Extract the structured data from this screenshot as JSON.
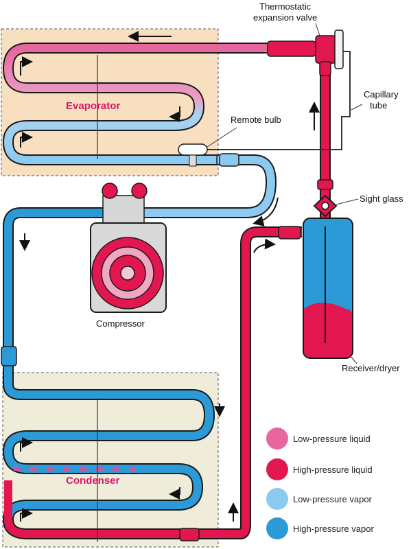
{
  "labels": {
    "expansion_valve": [
      "Thermostatic",
      "expansion valve"
    ],
    "capillary_tube": [
      "Capillary",
      "tube"
    ],
    "remote_bulb": "Remote bulb",
    "sight_glass": "Sight glass",
    "compressor": "Compressor",
    "receiver_dryer": "Receiver/dryer",
    "evaporator": "Evaporator",
    "condenser": "Condenser"
  },
  "legend": [
    {
      "label": "Low-pressure liquid",
      "color": "#e7669e"
    },
    {
      "label": "High-pressure liquid",
      "color": "#e3174f"
    },
    {
      "label": "Low-pressure vapor",
      "color": "#8ccaf0"
    },
    {
      "label": "High-pressure vapor",
      "color": "#2b9ad6"
    }
  ],
  "colors": {
    "evaporator_box": "#f8dfbf",
    "condenser_box": "#efecd9",
    "high_pressure_liquid": "#e3174f",
    "high_pressure_vapor": "#2b9ad6",
    "low_pressure_vapor": "#8ccaf0",
    "low_pressure_liquid": "#e7669e"
  }
}
